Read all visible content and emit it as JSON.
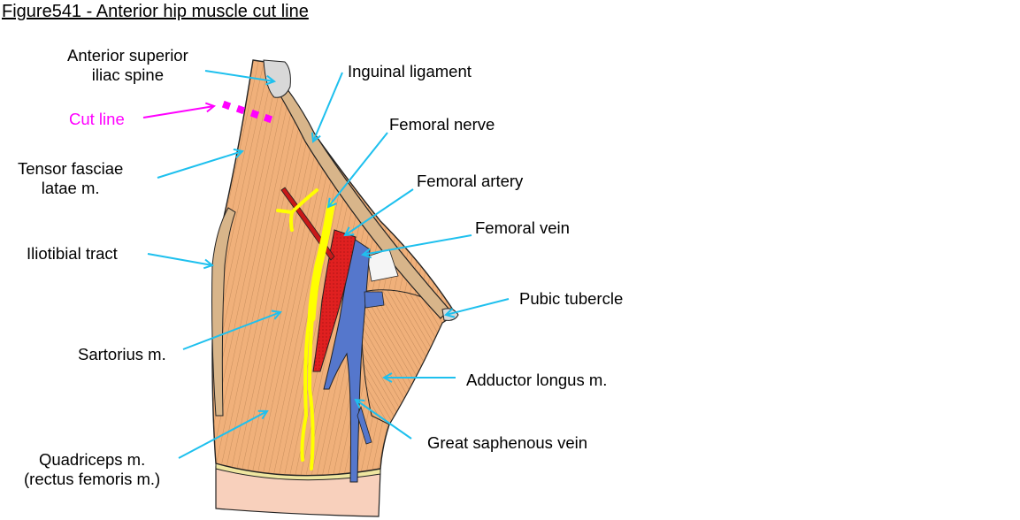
{
  "figure": {
    "title": "Figure541 - Anterior hip muscle cut line"
  },
  "labels": {
    "asis_line1": "Anterior superior",
    "asis_line2": "iliac spine",
    "cut_line": "Cut line",
    "tfl_line1": "Tensor fasciae",
    "tfl_line2": "latae m.",
    "iliotibial": "Iliotibial tract",
    "sartorius": "Sartorius m.",
    "quad_line1": "Quadriceps m.",
    "quad_line2": "(rectus femoris m.)",
    "inguinal": "Inguinal ligament",
    "fem_nerve": "Femoral nerve",
    "fem_artery": "Femoral artery",
    "fem_vein": "Femoral vein",
    "pubic": "Pubic tubercle",
    "adductor": "Adductor longus m.",
    "saphenous": "Great saphenous vein"
  },
  "colors": {
    "leader": "#1ec0ee",
    "cut": "#ff00ff",
    "muscle": "#f0b07a",
    "ligament": "#d8b58a",
    "nerve": "#ffff00",
    "artery": "#e02020",
    "vein": "#5577cc",
    "bone": "#d8d8d8",
    "skin": "#f8d0bc"
  }
}
